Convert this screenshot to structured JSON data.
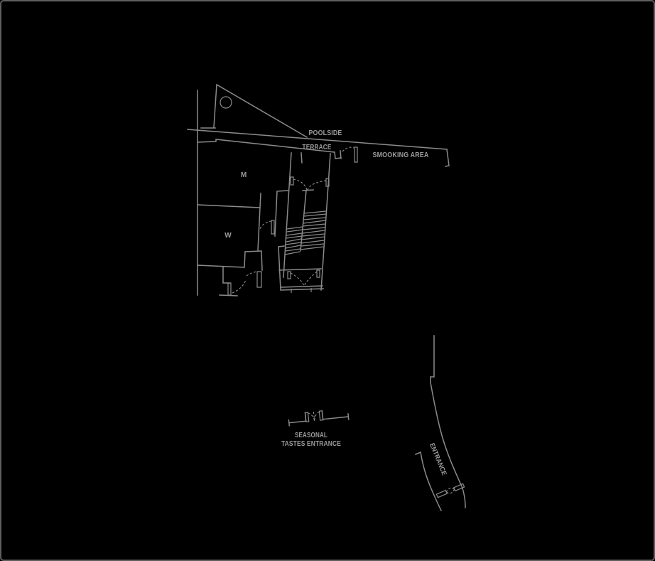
{
  "canvas": {
    "background_color": "#000000",
    "border_color": "#5f5f5f",
    "line_color": "#8b8b8b",
    "text_color": "#9c9c9c"
  },
  "floor_plan": {
    "areas": {
      "poolside": "POOLSIDE",
      "terrace": "TERRACE",
      "smoking_area": "SMOOKING AREA",
      "mens_restroom": "M",
      "womens_restroom": "W"
    },
    "entrances": {
      "seasonal_line1": "SEASONAL",
      "seasonal_line2": "TASTES ENTRANCE",
      "main_entrance": "ENTRANCE"
    }
  }
}
